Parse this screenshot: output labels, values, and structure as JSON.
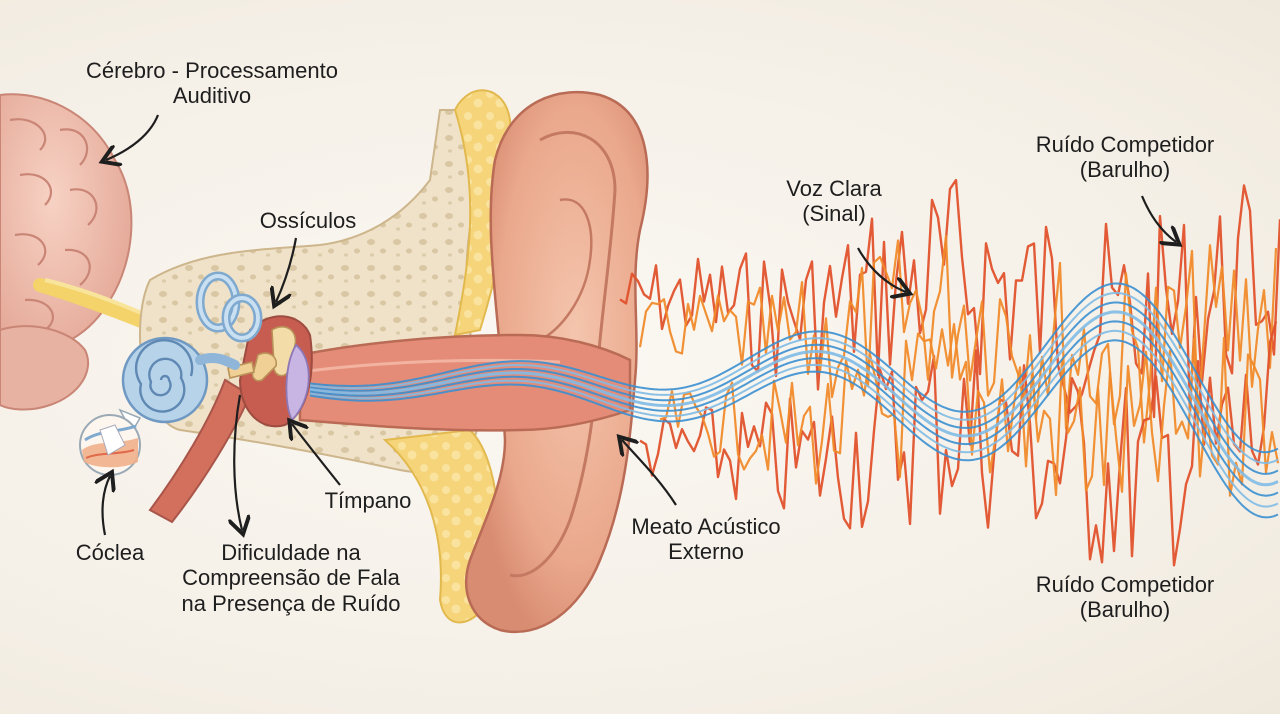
{
  "labels": {
    "brain": [
      "Cérebro - Processamento",
      "Auditivo"
    ],
    "ossicles": [
      "Ossículos"
    ],
    "cochlea": [
      "Cóclea"
    ],
    "difficulty": [
      "Dificuldade na",
      "Compreensão de Fala",
      "na Presença de Ruído"
    ],
    "eardrum": [
      "Tímpano"
    ],
    "ear_canal": [
      "Meato Acústico",
      "Externo"
    ],
    "voice": [
      "Voz Clara",
      "(Sinal)"
    ],
    "noise_top": [
      "Ruído Competidor",
      "(Barulho)"
    ],
    "noise_bottom": [
      "Ruído Competidor",
      "(Barulho)"
    ]
  },
  "colors": {
    "signal_wave": "#3a8fd0",
    "noise_wave_red": "#e0522c",
    "noise_wave_orange": "#f08a2a",
    "skin": "#efb49a",
    "bone": "#efe2c8",
    "brain": "#f2bfae",
    "cochlea": "#a9cbe6",
    "nerve": "#f3d36a"
  }
}
